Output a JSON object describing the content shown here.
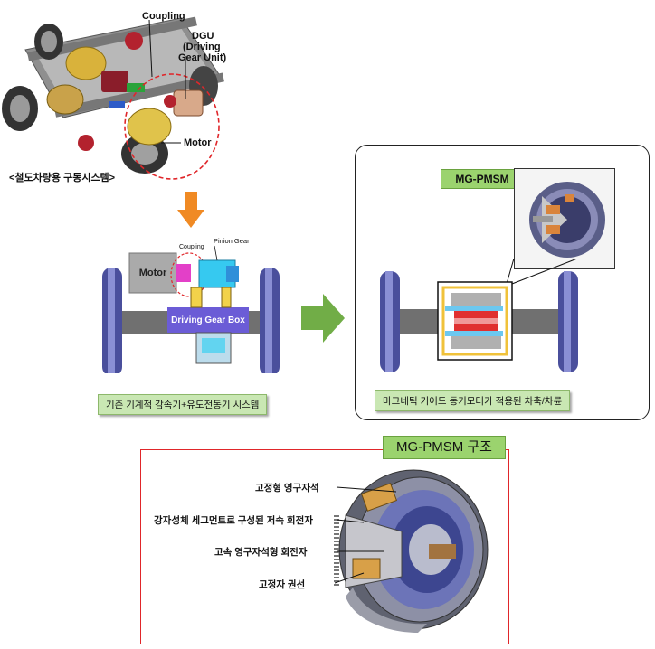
{
  "bogie": {
    "labels": {
      "coupling": "Coupling",
      "dgu_line1": "DGU",
      "dgu_line2": "(Driving",
      "dgu_line3": "Gear Unit)",
      "motor": "Motor"
    },
    "caption": "<철도차량용 구동시스템>"
  },
  "conventional": {
    "motor_box": "Motor",
    "coupling": "Coupling",
    "pinion_gear": "Pinion Gear",
    "driving_gear_box": "Driving Gear Box",
    "caption": "기존 기계적 감속기+유도전동기 시스템"
  },
  "mgpmsm_panel": {
    "tag": "MG-PMSM",
    "caption": "마그네틱 기어드 동기모터가 적용된 차축/차륜"
  },
  "structure": {
    "title": "MG-PMSM 구조",
    "labels": [
      "고정형 영구자석",
      "강자성체 세그먼트로 구성된 저속 회전자",
      "고속 영구자석형 회전자",
      "고정자 권선"
    ]
  },
  "colors": {
    "arrow_orange": "#f08a24",
    "arrow_green": "#71ad47",
    "caption_bg": "#c9e7b3",
    "structure_border": "#e0262a",
    "wheel_blue": "#4a4f9c",
    "gearbox_blue": "#6b5cd6"
  }
}
